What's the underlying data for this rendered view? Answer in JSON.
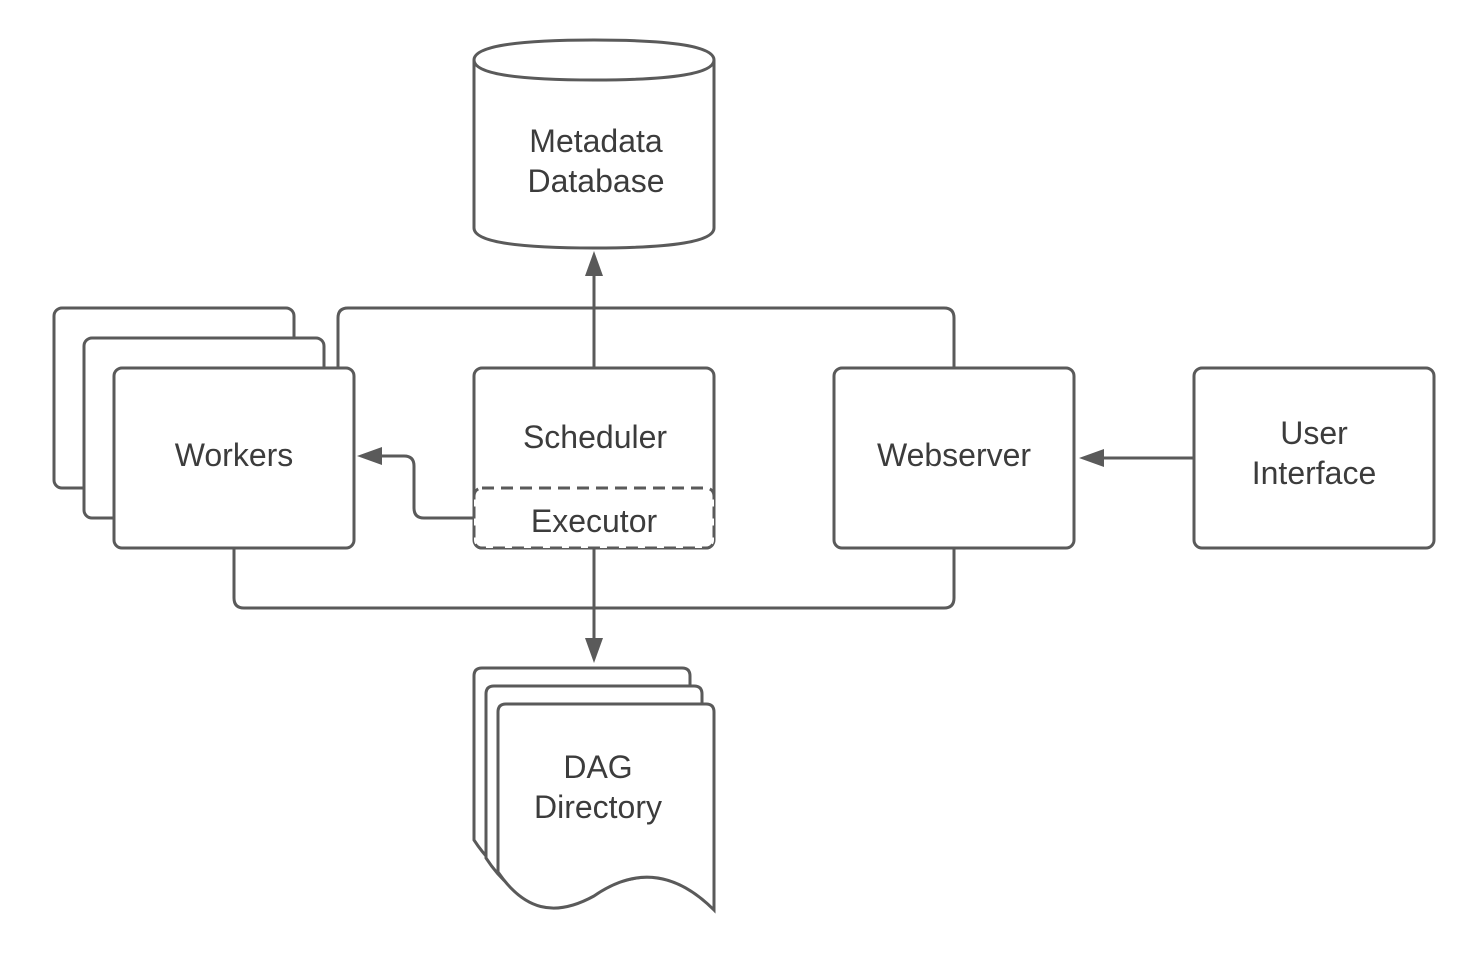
{
  "diagram": {
    "nodes": {
      "metadata_db": {
        "line1": "Metadata",
        "line2": "Database"
      },
      "workers": {
        "label": "Workers"
      },
      "scheduler": {
        "label": "Scheduler"
      },
      "executor": {
        "label": "Executor"
      },
      "webserver": {
        "label": "Webserver"
      },
      "user_interface": {
        "line1": "User",
        "line2": "Interface"
      },
      "dag_directory": {
        "line1": "DAG",
        "line2": "Directory"
      }
    },
    "edges": [
      {
        "from": "Scheduler",
        "to": "Metadata Database"
      },
      {
        "from": "Workers",
        "to": "Metadata Database"
      },
      {
        "from": "Webserver",
        "to": "Metadata Database"
      },
      {
        "from": "Executor",
        "to": "Workers"
      },
      {
        "from": "User Interface",
        "to": "Webserver"
      },
      {
        "from": "Scheduler",
        "to": "DAG Directory"
      },
      {
        "from": "Workers",
        "to": "DAG Directory"
      },
      {
        "from": "Webserver",
        "to": "DAG Directory"
      }
    ],
    "colors": {
      "stroke": "#5a5a5a",
      "text": "#3c3c3c",
      "background": "#ffffff"
    }
  }
}
